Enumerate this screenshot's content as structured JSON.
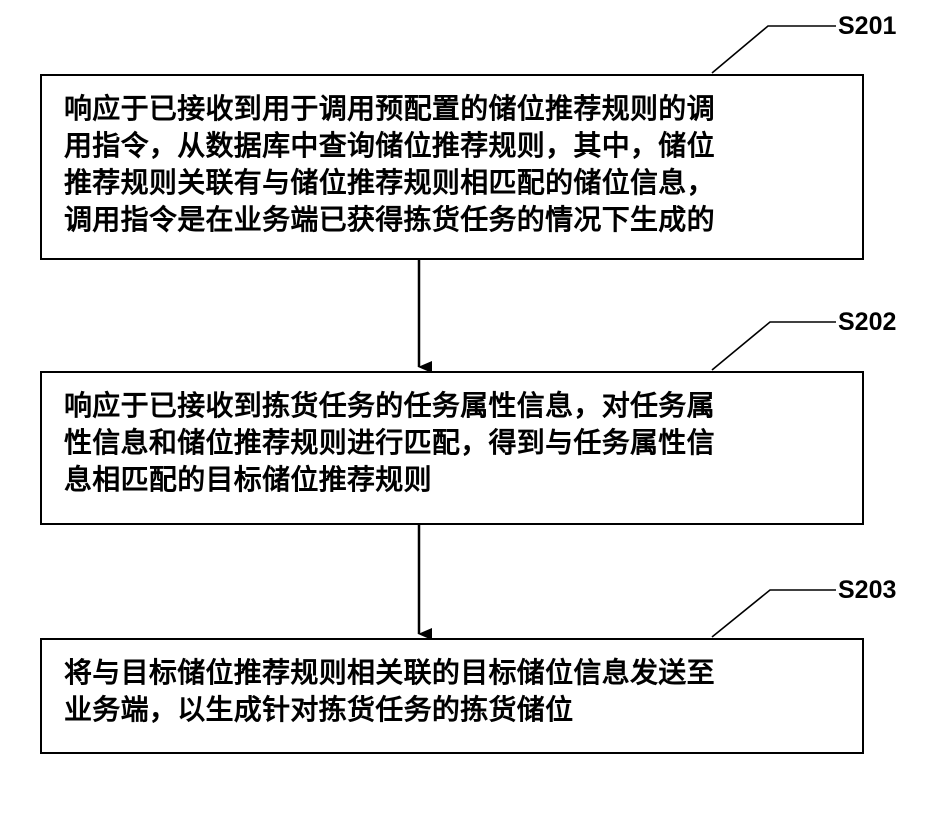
{
  "steps": [
    {
      "label": "S201",
      "text": "响应于已接收到用于调用预配置的储位推荐规则的调\n用指令，从数据库中查询储位推荐规则，其中，储位\n推荐规则关联有与储位推荐规则相匹配的储位信息，\n调用指令是在业务端已获得拣货任务的情况下生成的"
    },
    {
      "label": "S202",
      "text": "响应于已接收到拣货任务的任务属性信息，对任务属\n性信息和储位推荐规则进行匹配，得到与任务属性信\n息相匹配的目标储位推荐规则"
    },
    {
      "label": "S203",
      "text": "将与目标储位推荐规则相关联的目标储位信息发送至\n业务端，以生成针对拣货任务的拣货储位"
    }
  ]
}
